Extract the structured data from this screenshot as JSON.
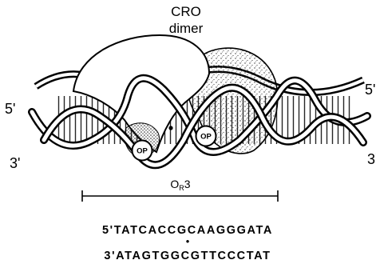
{
  "protein": {
    "line1": "CRO",
    "line2": "dimer"
  },
  "strand_ends": {
    "left_top": "5'",
    "left_bottom": "3'",
    "right_top": "5'",
    "right_bottom": "3'"
  },
  "operator_badges": [
    "OP",
    "OP"
  ],
  "site": {
    "main": "O",
    "sub": "R",
    "num": "3"
  },
  "sequence": {
    "top": "5'TATCACCGCAAGGGATA",
    "dyad": "•",
    "bottom": "3'ATAGTGGCGTTCCCTAT"
  }
}
